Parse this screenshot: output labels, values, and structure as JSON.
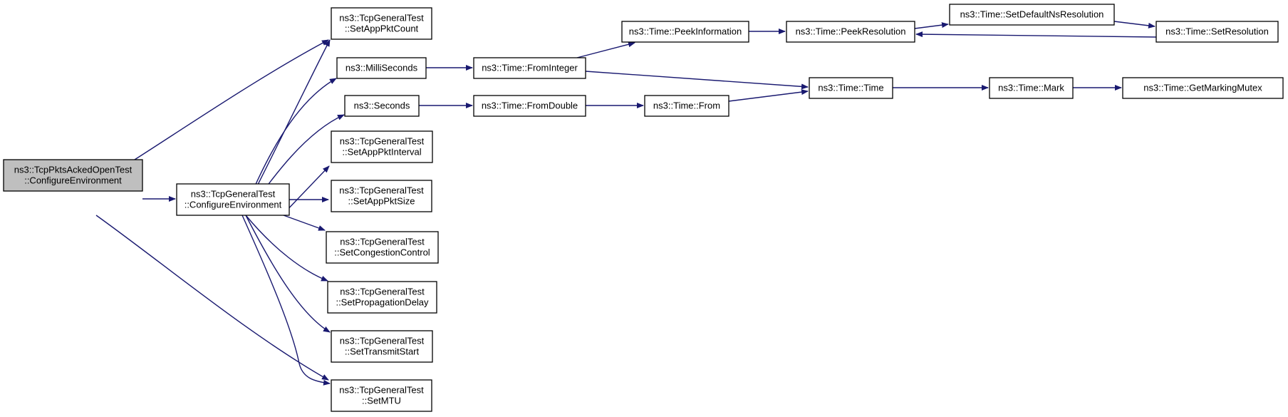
{
  "colors": {
    "edge": "#191970",
    "root_fill": "#bfbfbf",
    "node_fill": "#ffffff",
    "border": "#000000"
  },
  "nodes": [
    {
      "id": "pkts_configure",
      "lines": [
        "ns3::TcpPktsAckedOpenTest",
        "::ConfigureEnvironment"
      ],
      "highlighted": true
    },
    {
      "id": "general_configure",
      "lines": [
        "ns3::TcpGeneralTest",
        "::ConfigureEnvironment"
      ]
    },
    {
      "id": "set_app_pkt_count",
      "lines": [
        "ns3::TcpGeneralTest",
        "::SetAppPktCount"
      ]
    },
    {
      "id": "milliseconds",
      "lines": [
        "ns3::MilliSeconds"
      ]
    },
    {
      "id": "seconds",
      "lines": [
        "ns3::Seconds"
      ]
    },
    {
      "id": "set_app_pkt_interval",
      "lines": [
        "ns3::TcpGeneralTest",
        "::SetAppPktInterval"
      ]
    },
    {
      "id": "set_app_pkt_size",
      "lines": [
        "ns3::TcpGeneralTest",
        "::SetAppPktSize"
      ]
    },
    {
      "id": "set_congestion_control",
      "lines": [
        "ns3::TcpGeneralTest",
        "::SetCongestionControl"
      ]
    },
    {
      "id": "set_propagation_delay",
      "lines": [
        "ns3::TcpGeneralTest",
        "::SetPropagationDelay"
      ]
    },
    {
      "id": "set_transmit_start",
      "lines": [
        "ns3::TcpGeneralTest",
        "::SetTransmitStart"
      ]
    },
    {
      "id": "set_mtu",
      "lines": [
        "ns3::TcpGeneralTest",
        "::SetMTU"
      ]
    },
    {
      "id": "from_integer",
      "lines": [
        "ns3::Time::FromInteger"
      ]
    },
    {
      "id": "from_double",
      "lines": [
        "ns3::Time::FromDouble"
      ]
    },
    {
      "id": "peek_information",
      "lines": [
        "ns3::Time::PeekInformation"
      ]
    },
    {
      "id": "time_from",
      "lines": [
        "ns3::Time::From"
      ]
    },
    {
      "id": "peek_resolution",
      "lines": [
        "ns3::Time::PeekResolution"
      ]
    },
    {
      "id": "time_time",
      "lines": [
        "ns3::Time::Time"
      ]
    },
    {
      "id": "set_default_ns_resolution",
      "lines": [
        "ns3::Time::SetDefaultNsResolution"
      ]
    },
    {
      "id": "set_resolution",
      "lines": [
        "ns3::Time::SetResolution"
      ]
    },
    {
      "id": "time_mark",
      "lines": [
        "ns3::Time::Mark"
      ]
    },
    {
      "id": "get_marking_mutex",
      "lines": [
        "ns3::Time::GetMarkingMutex"
      ]
    }
  ],
  "edges": [
    {
      "from": "pkts_configure",
      "to": "general_configure"
    },
    {
      "from": "pkts_configure",
      "to": "set_app_pkt_count"
    },
    {
      "from": "pkts_configure",
      "to": "set_mtu"
    },
    {
      "from": "general_configure",
      "to": "set_app_pkt_count"
    },
    {
      "from": "general_configure",
      "to": "milliseconds"
    },
    {
      "from": "general_configure",
      "to": "seconds"
    },
    {
      "from": "general_configure",
      "to": "set_app_pkt_interval"
    },
    {
      "from": "general_configure",
      "to": "set_app_pkt_size"
    },
    {
      "from": "general_configure",
      "to": "set_congestion_control"
    },
    {
      "from": "general_configure",
      "to": "set_propagation_delay"
    },
    {
      "from": "general_configure",
      "to": "set_transmit_start"
    },
    {
      "from": "general_configure",
      "to": "set_mtu"
    },
    {
      "from": "milliseconds",
      "to": "from_integer"
    },
    {
      "from": "seconds",
      "to": "from_double"
    },
    {
      "from": "from_integer",
      "to": "peek_information"
    },
    {
      "from": "from_integer",
      "to": "time_time"
    },
    {
      "from": "from_double",
      "to": "time_from"
    },
    {
      "from": "time_from",
      "to": "time_time"
    },
    {
      "from": "peek_information",
      "to": "peek_resolution"
    },
    {
      "from": "peek_resolution",
      "to": "set_default_ns_resolution"
    },
    {
      "from": "set_default_ns_resolution",
      "to": "set_resolution"
    },
    {
      "from": "set_resolution",
      "to": "peek_resolution"
    },
    {
      "from": "time_time",
      "to": "time_mark"
    },
    {
      "from": "time_mark",
      "to": "get_marking_mutex"
    }
  ]
}
